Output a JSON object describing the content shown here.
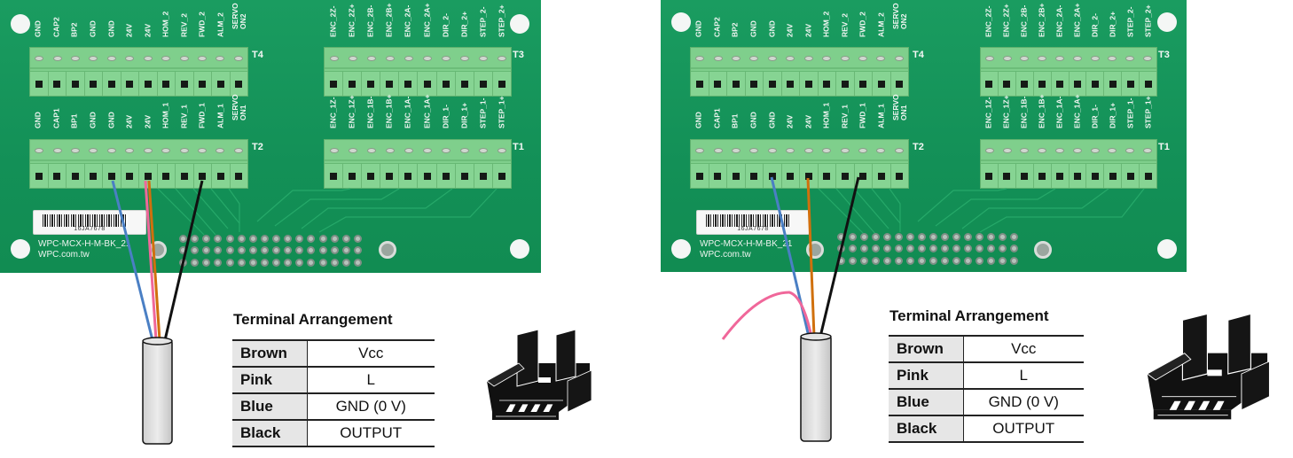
{
  "board": {
    "model": "WPC-MCX-H-M-BK_21",
    "website": "WPC.com.tw",
    "barcode_number": "16JA7678",
    "colors": {
      "pcb": "#16955a",
      "terminal": "#7fcf8c"
    },
    "terminals": {
      "T4": {
        "name": "T4",
        "pins": [
          "GND",
          "CAP2",
          "BP2",
          "GND",
          "GND",
          "24V",
          "24V",
          "HOM_2",
          "REV_2",
          "FWD_2",
          "ALM_2",
          "SERVO\nON2"
        ]
      },
      "T2": {
        "name": "T2",
        "pins": [
          "GND",
          "CAP1",
          "BP1",
          "GND",
          "GND",
          "24V",
          "24V",
          "HOM_1",
          "REV_1",
          "FWD_1",
          "ALM_1",
          "SERVO\nON1"
        ]
      },
      "T3": {
        "name": "T3",
        "pins": [
          "ENC_2Z-",
          "ENC_2Z+",
          "ENC_2B-",
          "ENC_2B+",
          "ENC_2A-",
          "ENC_2A+",
          "DIR_2-",
          "DIR_2+",
          "STEP_2-",
          "STEP_2+"
        ]
      },
      "T1": {
        "name": "T1",
        "pins": [
          "ENC_1Z-",
          "ENC_1Z+",
          "ENC_1B-",
          "ENC_1B+",
          "ENC_1A-",
          "ENC_1A+",
          "DIR_1-",
          "DIR_1+",
          "STEP_1-",
          "STEP_1+"
        ]
      }
    }
  },
  "wires": {
    "blue": "#4a7fc4",
    "pink": "#f0679a",
    "brown": "#d0700d",
    "black": "#111111"
  },
  "left_panel": {
    "wiring_note": "Blue->T2 GND (pin 5), Pink+Brown->T2 24V (pin 7), Black->T2 FWD_1 (pin 10)"
  },
  "right_panel": {
    "wiring_note": "Blue->T2 GND (pin 5), Brown->T2 24V (pin 7), Black->T2 FWD_1 (pin 10), Pink disconnected"
  },
  "terminal_table": {
    "title": "Terminal Arrangement",
    "rows": [
      {
        "color": "Brown",
        "function": "Vcc"
      },
      {
        "color": "Pink",
        "function": "L"
      },
      {
        "color": "Blue",
        "function": "GND (0 V)"
      },
      {
        "color": "Black",
        "function": "OUTPUT"
      }
    ]
  },
  "sensor": {
    "label": "photo-interrupter-sensor"
  }
}
